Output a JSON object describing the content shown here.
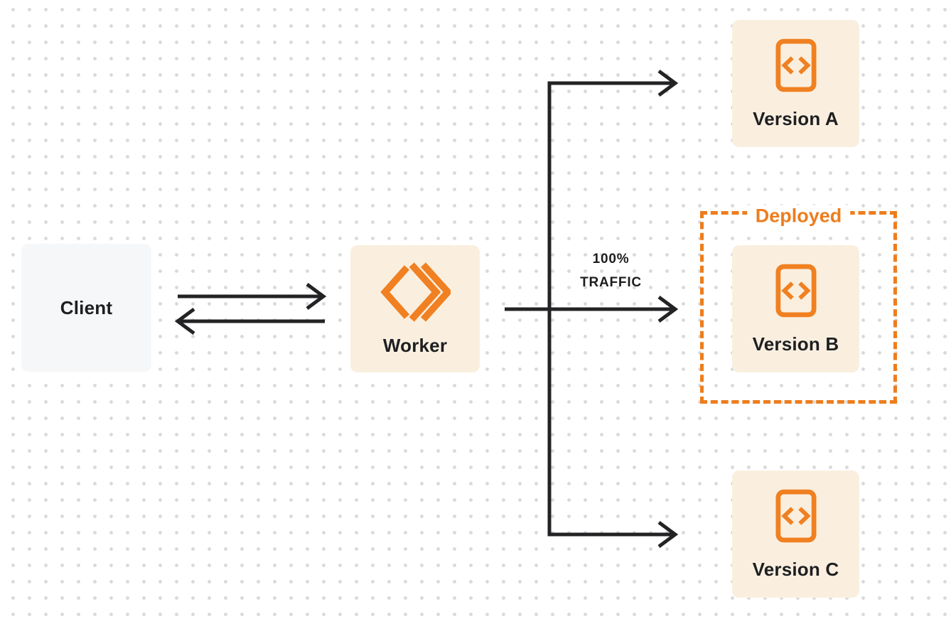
{
  "diagram": {
    "background": {
      "color": "#ffffff",
      "dot_color": "#d9d9db"
    },
    "colors": {
      "accent_orange": "#f08021",
      "dashed_outline_orange": "#ee7d1d",
      "node_fill_cream": "#faefdf",
      "node_fill_gray": "#f6f7f8",
      "connector_dark": "#232325",
      "text_dark": "#1e1f22"
    },
    "nodes": {
      "client": {
        "label": "Client",
        "icon": null
      },
      "worker": {
        "label": "Worker",
        "icon": "workers-double-chevron-icon"
      },
      "version_a": {
        "label": "Version A",
        "icon": "code-file-icon"
      },
      "version_b": {
        "label": "Version B",
        "icon": "code-file-icon"
      },
      "version_c": {
        "label": "Version C",
        "icon": "code-file-icon"
      }
    },
    "annotations": {
      "deployed_label": "Deployed",
      "traffic_label_line1": "100%",
      "traffic_label_line2": "TRAFFIC"
    },
    "edges": [
      {
        "from": "client",
        "to": "worker",
        "type": "arrow-right"
      },
      {
        "from": "worker",
        "to": "client",
        "type": "arrow-left"
      },
      {
        "from": "worker",
        "to": "version_a",
        "type": "arrow"
      },
      {
        "from": "worker",
        "to": "version_b",
        "type": "arrow",
        "label": "100% TRAFFIC"
      },
      {
        "from": "worker",
        "to": "version_c",
        "type": "arrow"
      }
    ]
  }
}
